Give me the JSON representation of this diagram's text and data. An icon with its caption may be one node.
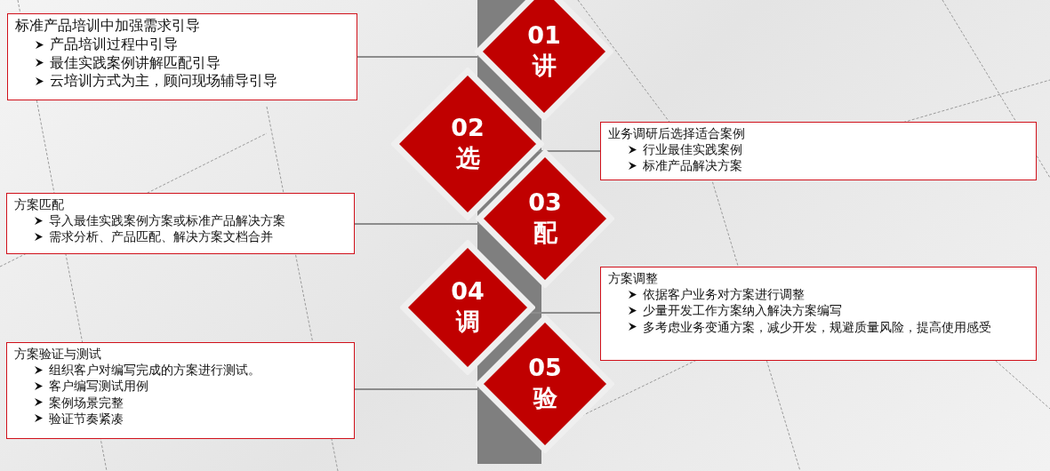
{
  "diagram": {
    "nodes": [
      {
        "text": [
          "标准产品培训中加强需求引导",
          "产品培训过程中引导",
          "最佳实践案例讲解匹配引导",
          "云培训方式为主，顾问现场辅导引导"
        ]
      },
      {
        "text": [
          "01",
          "讲"
        ]
      },
      {
        "text": [
          "02",
          "选"
        ]
      },
      {
        "text": [
          "业务调研后选择适合案例",
          "行业最佳实践案例",
          "标准产品解决方案"
        ]
      },
      {
        "text": [
          "方案匹配",
          "导入最佳实践案例方案或标准产品解决方案",
          "需求分析、产品匹配、解决方案文档合并"
        ]
      },
      {
        "text": [
          "03",
          "配"
        ]
      },
      {
        "text": [
          "04",
          "调"
        ]
      },
      {
        "text": [
          "方案调整",
          "依据客户业务对方案进行调整",
          "少量开发工作方案纳入解决方案编写",
          "多考虑业务变通方案，减少开发，规避质量风险，提高使用感受"
        ]
      },
      {
        "text": [
          "方案验证与测试",
          "组织客户对编写完成的方案进行测试。",
          "客户编写测试用例",
          "案例场景完整",
          "验证节奏紧凑"
        ]
      },
      {
        "text": [
          "05",
          "验"
        ]
      }
    ],
    "edges": [
      {
        "from": 0,
        "to": 1,
        "arrow": "none"
      },
      {
        "from": 3,
        "to": 2,
        "arrow": "none"
      },
      {
        "from": 4,
        "to": 5,
        "arrow": "none"
      },
      {
        "from": 7,
        "to": 6,
        "arrow": "none"
      },
      {
        "from": 8,
        "to": 9,
        "arrow": "none"
      }
    ]
  }
}
